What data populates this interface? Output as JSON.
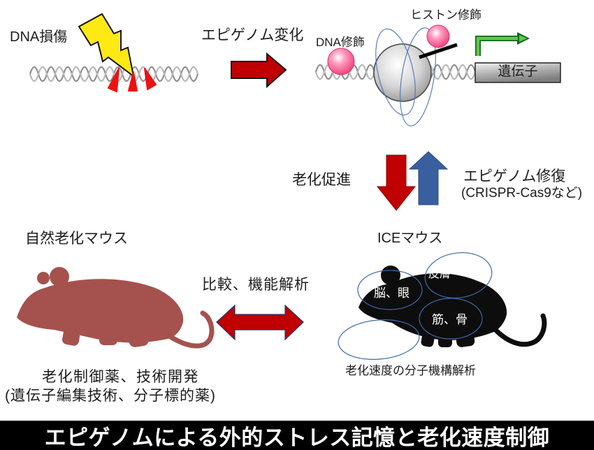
{
  "labels": {
    "dna_damage": "DNA損傷",
    "epigenome_change": "エピゲノム変化",
    "histone_mod": "ヒストン修飾",
    "dna_mod": "DNA修飾",
    "gene": "遺伝子",
    "aging_promotion": "老化促進",
    "epigenome_repair_1": "エピゲノム修復",
    "epigenome_repair_2": "(CRISPR-Cas9など)",
    "natural_aging_mouse": "自然老化マウス",
    "ice_mouse": "ICEマウス",
    "comparison": "比較、機能解析",
    "organ_brain_eye": "脳、眼",
    "organ_skin": "皮膚",
    "organ_muscle_bone": "筋、骨",
    "aging_speed_analysis": "老化速度の分子機構解析",
    "drug_dev_1": "老化制御薬、技術開発",
    "drug_dev_2": "(遺伝子編集技術、分子標的薬)",
    "title": "エピゲノムによる外的ストレス記憶と老化速度制御"
  },
  "colors": {
    "arrow_red": "#c00000",
    "arrow_blue": "#3a5f9e",
    "mouse_red": "#a5524f",
    "mouse_black": "#0d0d0d",
    "ellipse_blue": "#3e68aa",
    "lightning_yellow": "#ffe915",
    "green_arrow": "#63c54e",
    "pink_sphere": "#ef3a74",
    "title_bg": "#000000"
  }
}
